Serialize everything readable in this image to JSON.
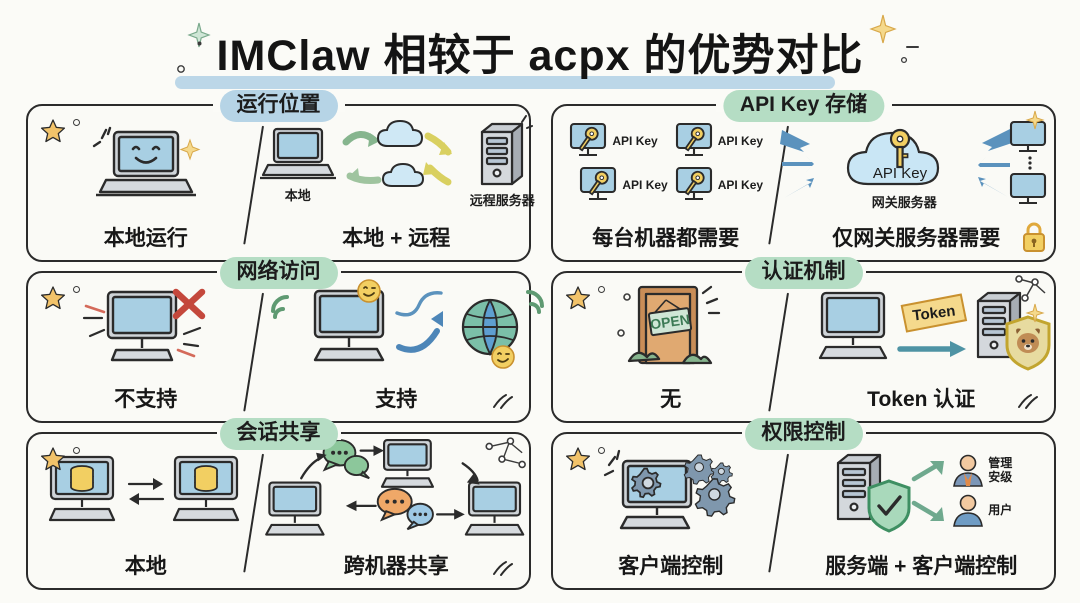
{
  "title": {
    "text": "IMClaw 相较于 acpx 的优势对比",
    "underline_color": "#b6d4e6"
  },
  "colors": {
    "background": "#fbfbf7",
    "panel_background": "#fafaf6",
    "panel_border": "#2b2b2b",
    "badge_blue": "#b6d4e6",
    "badge_green": "#b5ddc4",
    "screen_blue": "#a8cfe3",
    "key_yellow": "#f2cf62",
    "star_orange": "#f0b95a",
    "arrow_blue": "#4d86b8",
    "arrow_green": "#7fae8c",
    "server_gray": "#b9bec4"
  },
  "panels": [
    {
      "badge": "运行位置",
      "badge_color": "#b6d4e6",
      "left": {
        "caption": "本地运行",
        "icon": "smiling-laptop-icon"
      },
      "right": {
        "caption": "本地 + 远程",
        "labels": [
          "本地",
          "远程服务器"
        ],
        "icons": [
          "laptop-icon",
          "cloud-icon",
          "server-icon"
        ]
      }
    },
    {
      "badge": "API Key 存储",
      "badge_color": "#b5ddc4",
      "left": {
        "caption": "每台机器都需要",
        "key_labels": [
          "API Key",
          "API Key",
          "API Key",
          "API Key"
        ],
        "icons": [
          "monitor-with-key-icon"
        ]
      },
      "right": {
        "caption": "仅网关服务器需要",
        "cloud_label": "API Key",
        "labels": [
          "网关服务器"
        ],
        "icons": [
          "cloud-key-icon",
          "monitor-icon",
          "lock-icon"
        ]
      }
    },
    {
      "badge": "网络访问",
      "badge_color": "#b5ddc4",
      "left": {
        "caption": "不支持",
        "icons": [
          "monitor-icon",
          "red-cross-icon"
        ]
      },
      "right": {
        "caption": "支持",
        "icons": [
          "monitor-icon",
          "wifi-icon",
          "globe-icon",
          "smiley-icon",
          "arrow-icon"
        ]
      }
    },
    {
      "badge": "认证机制",
      "badge_color": "#b5ddc4",
      "left": {
        "caption": "无",
        "sign_text": "OPEN",
        "icons": [
          "open-door-icon"
        ]
      },
      "right": {
        "caption": "Token 认证",
        "token_text": "Token",
        "icons": [
          "monitor-icon",
          "token-ticket-icon",
          "server-icon",
          "shield-dog-icon"
        ]
      }
    },
    {
      "badge": "会话共享",
      "badge_color": "#b5ddc4",
      "left": {
        "caption": "本地",
        "icons": [
          "monitor-with-database-icon",
          "exchange-arrows-icon"
        ]
      },
      "right": {
        "caption": "跨机器共享",
        "icons": [
          "monitor-icon",
          "chat-bubble-icon",
          "network-nodes-icon"
        ]
      }
    },
    {
      "badge": "权限控制",
      "badge_color": "#b5ddc4",
      "left": {
        "caption": "客户端控制",
        "icons": [
          "monitor-with-gears-icon"
        ]
      },
      "right": {
        "caption": "服务端 + 客户端控制",
        "role_labels": [
          "管理",
          "安级",
          "用户"
        ],
        "icons": [
          "server-icon",
          "shield-check-icon",
          "admin-avatar-icon",
          "user-avatar-icon"
        ]
      }
    }
  ]
}
